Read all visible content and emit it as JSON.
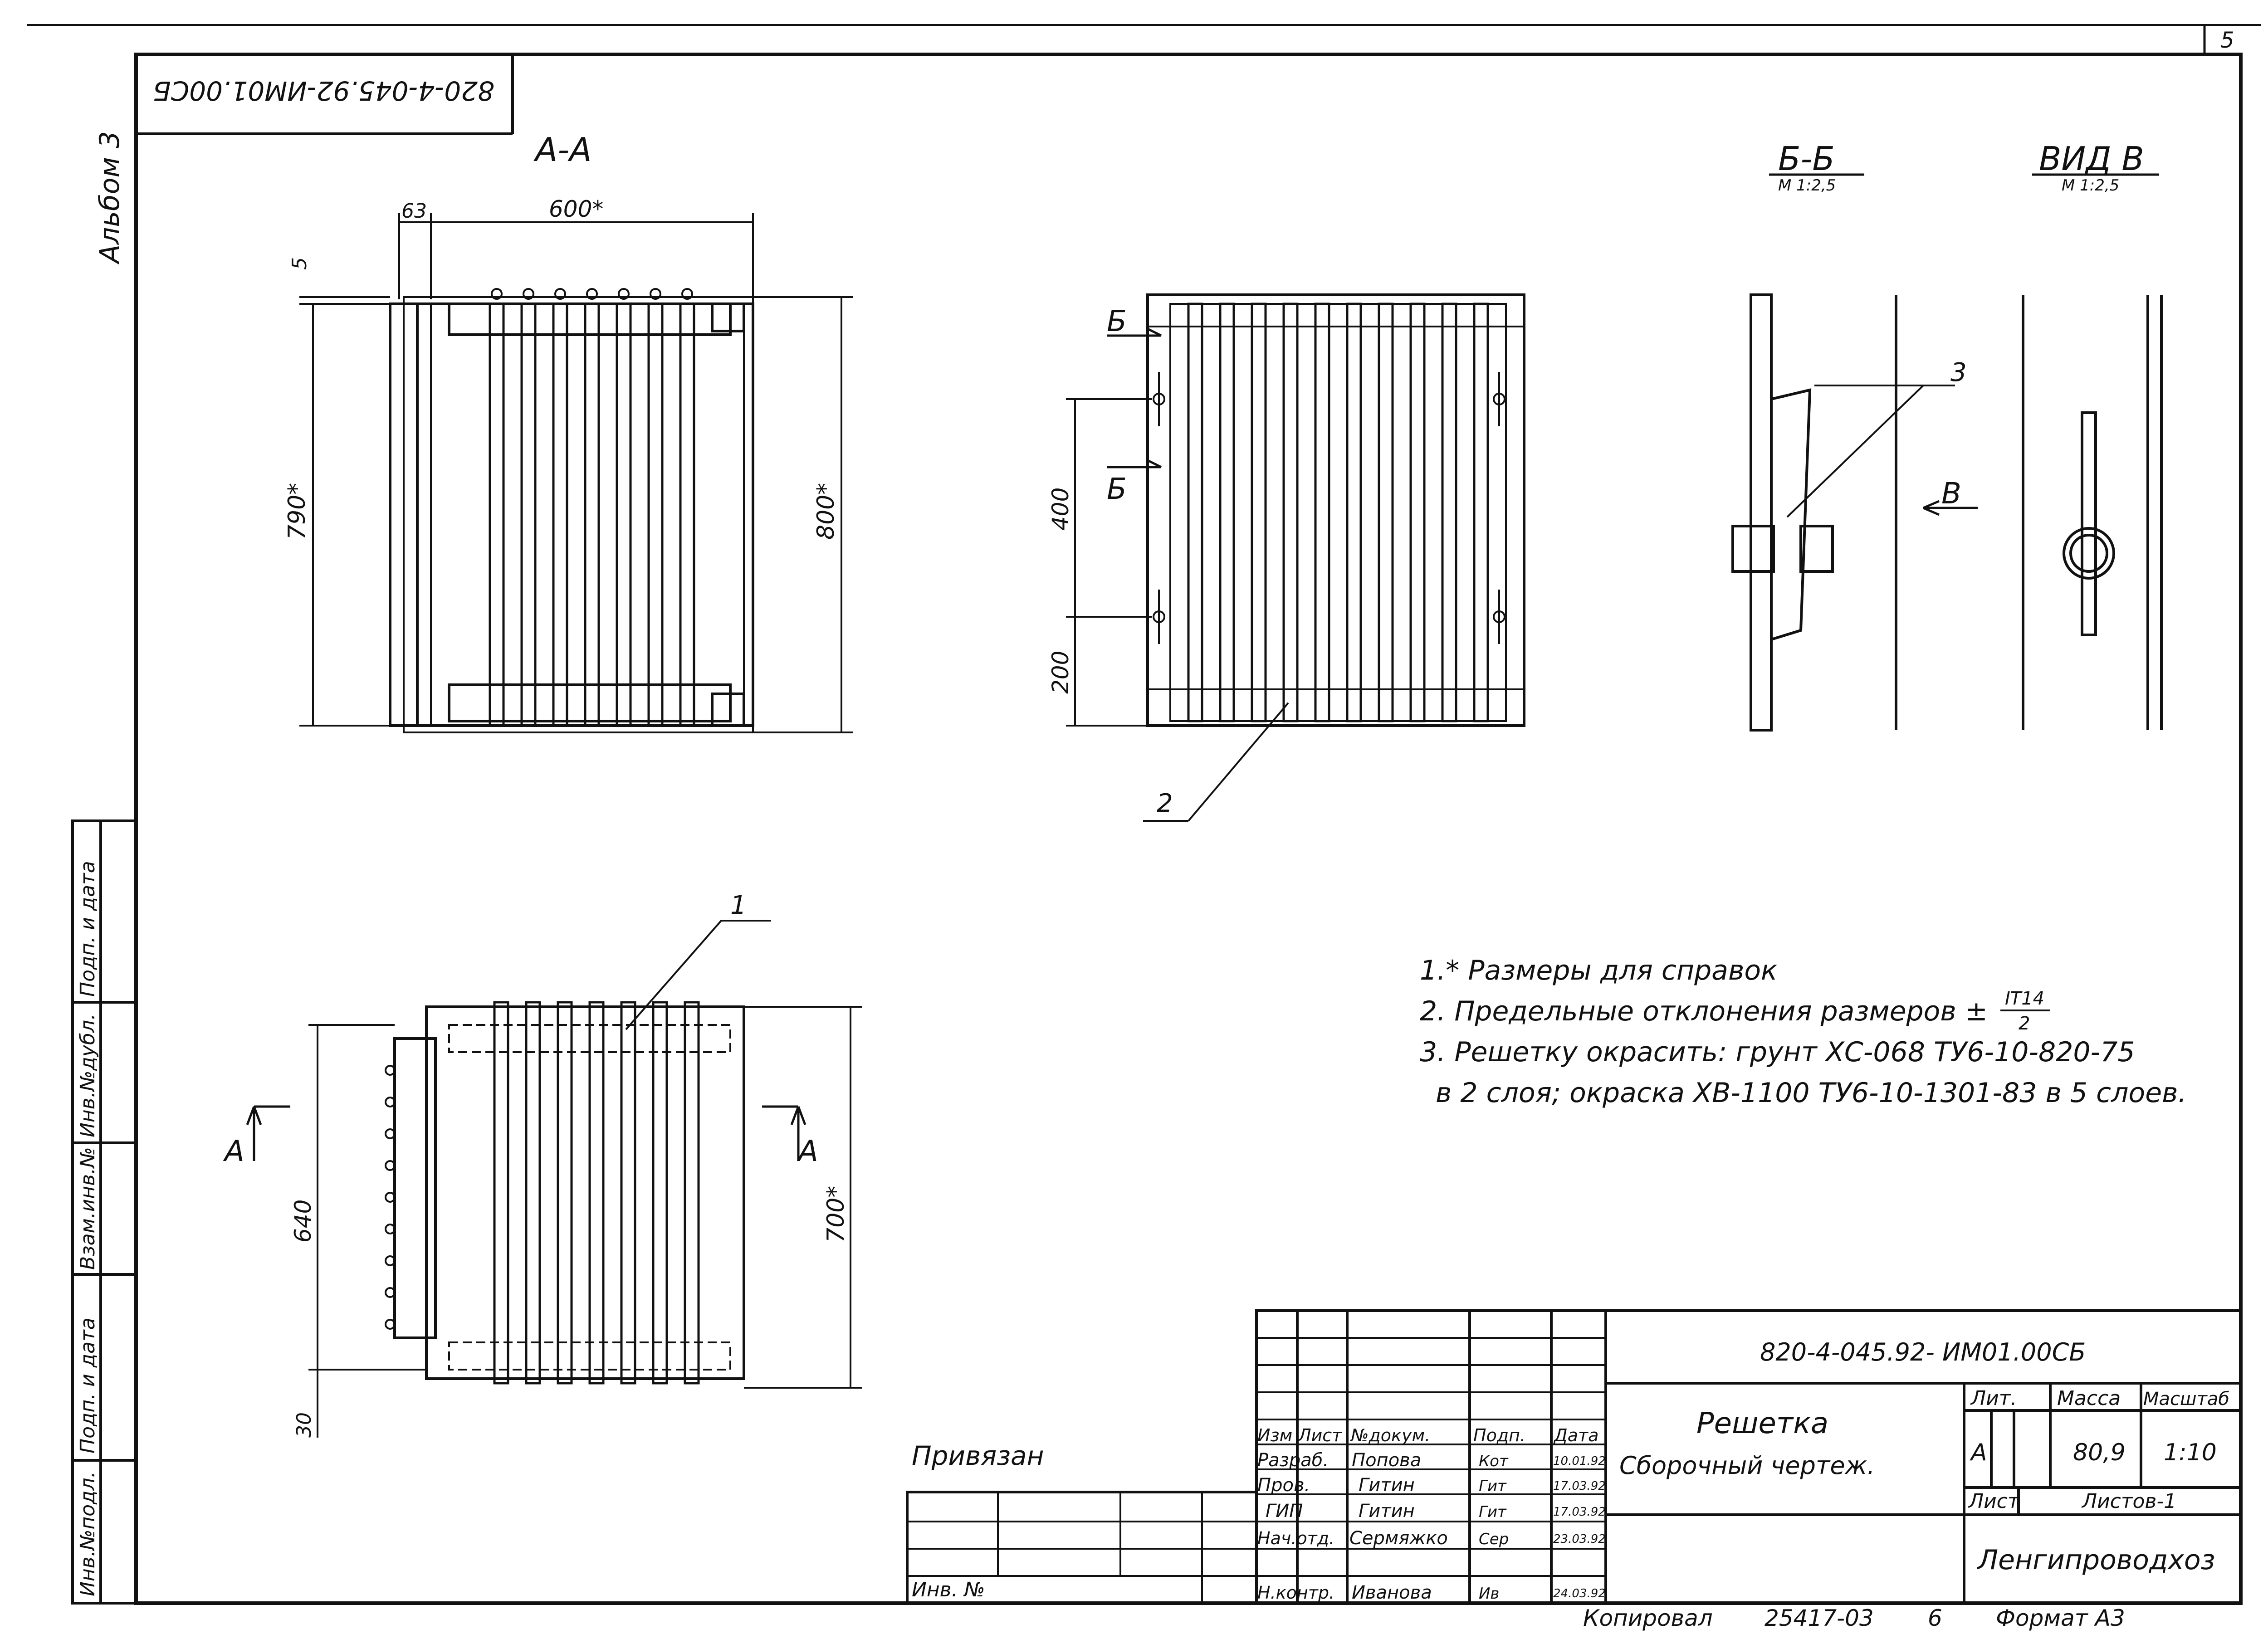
{
  "sheet": {
    "sheet_number": "5",
    "album": "Альбом 3",
    "stamp_code": "820-4-045.92-ИМ01.00СБ",
    "copy_line": "Копировал ",
    "copy_number": "25417-03",
    "copy_page": "6",
    "format": "Формат А3"
  },
  "views": {
    "section_aa": "А-А",
    "section_bb": "Б-Б",
    "view_v": "ВИД В",
    "scale": "М 1:2,5",
    "cut_b": "Б",
    "cut_a": "А",
    "arrow_v": "В"
  },
  "dimensions": {
    "d63": "63",
    "d600": "600*",
    "d5": "5",
    "d790": "790*",
    "d800": "800*",
    "d400": "400",
    "d200": "200",
    "d640": "640",
    "d700": "700*",
    "d30": "30"
  },
  "callouts": {
    "c1": "1",
    "c2": "2",
    "c3": "3"
  },
  "notes": [
    "1.* Размеры для справок",
    "2. Предельные отклонения размеров ±",
    "3. Решетку окрасить: грунт ХС-068 ТУ6-10-820-75",
    "в 2 слоя; окраска ХВ-1100 ТУ6-10-1301-83 в 5 слоев."
  ],
  "tolerance": {
    "numerator": "IT14",
    "denominator": "2"
  },
  "left_strip": [
    "Инв.№подл.",
    "Подп. и дата",
    "Взам.инв.№",
    "Инв.№дубл.",
    "Подп. и дата"
  ],
  "title_block": {
    "code": "820-4-045.92- ИМ01.00СБ",
    "title_line1": "Решетка",
    "title_line2": "Сборочный чертеж.",
    "organization": "Ленгипроводхоз",
    "privyazan": "Привязан",
    "inv_no": "Инв. №",
    "headers": [
      "Изм",
      "Лист",
      "№докум.",
      "Подп.",
      "Дата"
    ],
    "rows": [
      {
        "role": "Разраб.",
        "name": "Попова",
        "sign": "Кот",
        "date": "10.01.92"
      },
      {
        "role": "Пров.",
        "name": "Гитин",
        "sign": "Гит",
        "date": "17.03.92"
      },
      {
        "role": "ГИП",
        "name": "Гитин",
        "sign": "Гит",
        "date": "17.03.92"
      },
      {
        "role": "Нач.отд.",
        "name": "Сермяжко",
        "sign": "Сер",
        "date": "23.03.92"
      },
      {
        "role": "Н.контр.",
        "name": "Иванова",
        "sign": "Ив",
        "date": "24.03.92"
      }
    ],
    "lit_label": "Лит.",
    "mass_label": "Масса",
    "scale_label": "Масштаб",
    "lit_value": "А",
    "mass_value": "80,9",
    "scale_value": "1:10",
    "sheet_label": "Лист",
    "sheets_label": "Листов-1"
  }
}
